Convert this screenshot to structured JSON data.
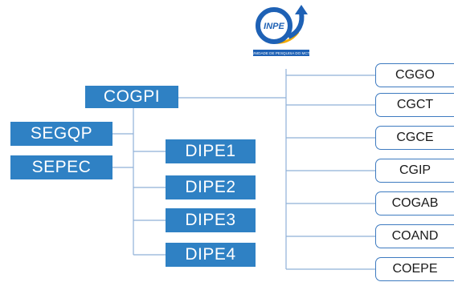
{
  "logo": {
    "name": "INPE",
    "tagline": "UNIDADE DE PESQUISA DO MCTI",
    "colors": {
      "ring": "#1e61b5",
      "arrow": "#1e61b5",
      "swoosh": "#f2a900"
    }
  },
  "colors": {
    "box_fill": "#2f81c4",
    "box_text": "#ffffff",
    "side_border": "#3e7bc0",
    "line": "#8fb1d8"
  },
  "root": {
    "label": "COGPI"
  },
  "left_units": [
    {
      "label": "SEGQP"
    },
    {
      "label": "SEPEC"
    }
  ],
  "divisions": [
    {
      "label": "DIPE1"
    },
    {
      "label": "DIPE2"
    },
    {
      "label": "DIPE3"
    },
    {
      "label": "DIPE4"
    }
  ],
  "coordinations": [
    {
      "label": "CGGO"
    },
    {
      "label": "CGCT"
    },
    {
      "label": "CGCE"
    },
    {
      "label": "CGIP"
    },
    {
      "label": "COGAB"
    },
    {
      "label": "COAND"
    },
    {
      "label": "COEPE"
    }
  ]
}
